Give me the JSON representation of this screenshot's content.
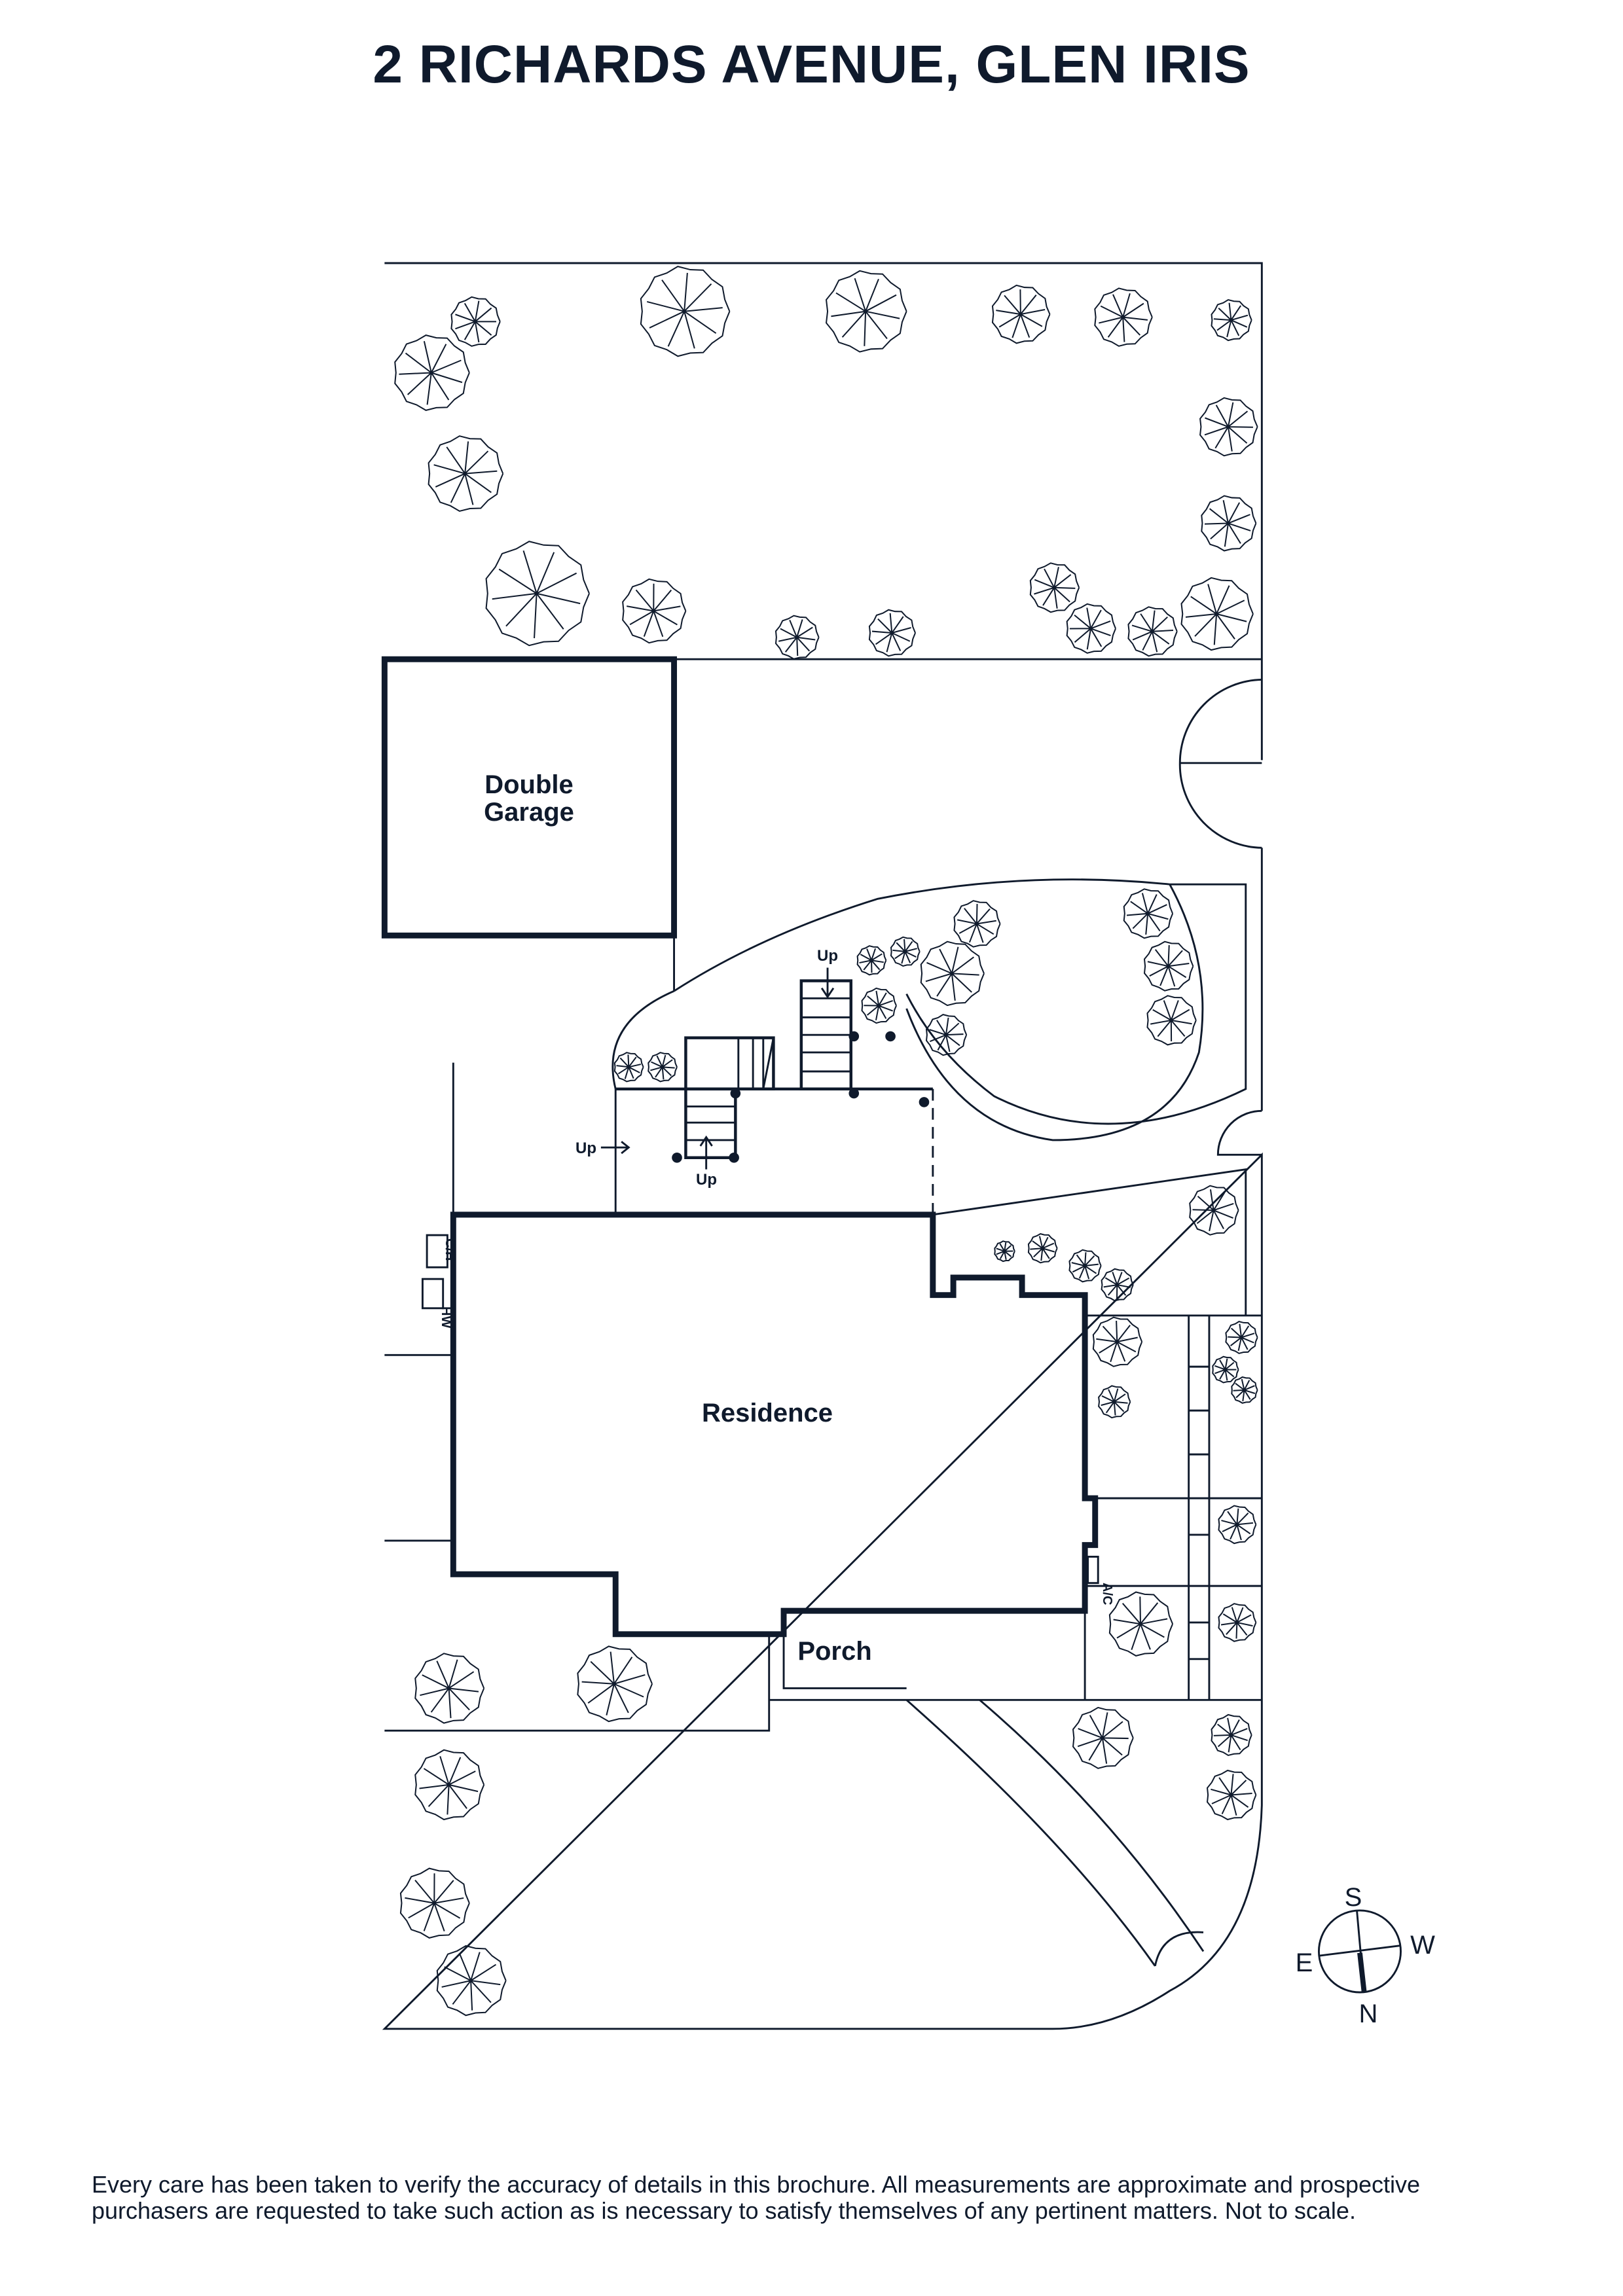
{
  "title": "2 RICHARDS AVENUE, GLEN IRIS",
  "labels": {
    "garage_line1": "Double",
    "garage_line2": "Garage",
    "residence": "Residence",
    "porch": "Porch",
    "ac": "A/C",
    "hw": "HW",
    "ch": "C/H",
    "up1": "Up",
    "up2": "Up",
    "up3": "Up"
  },
  "compass": {
    "n": "N",
    "s": "S",
    "e": "E",
    "w": "W"
  },
  "footer": {
    "line1": "Every care has been taken to verify the accuracy of details in this brochure. All measurements are approximate and prospective",
    "line2": "purchasers are requested to take such action as is necessary to satisfy themselves of any pertinent matters. Not to scale."
  },
  "colors": {
    "ink": "#0f1a2c"
  }
}
